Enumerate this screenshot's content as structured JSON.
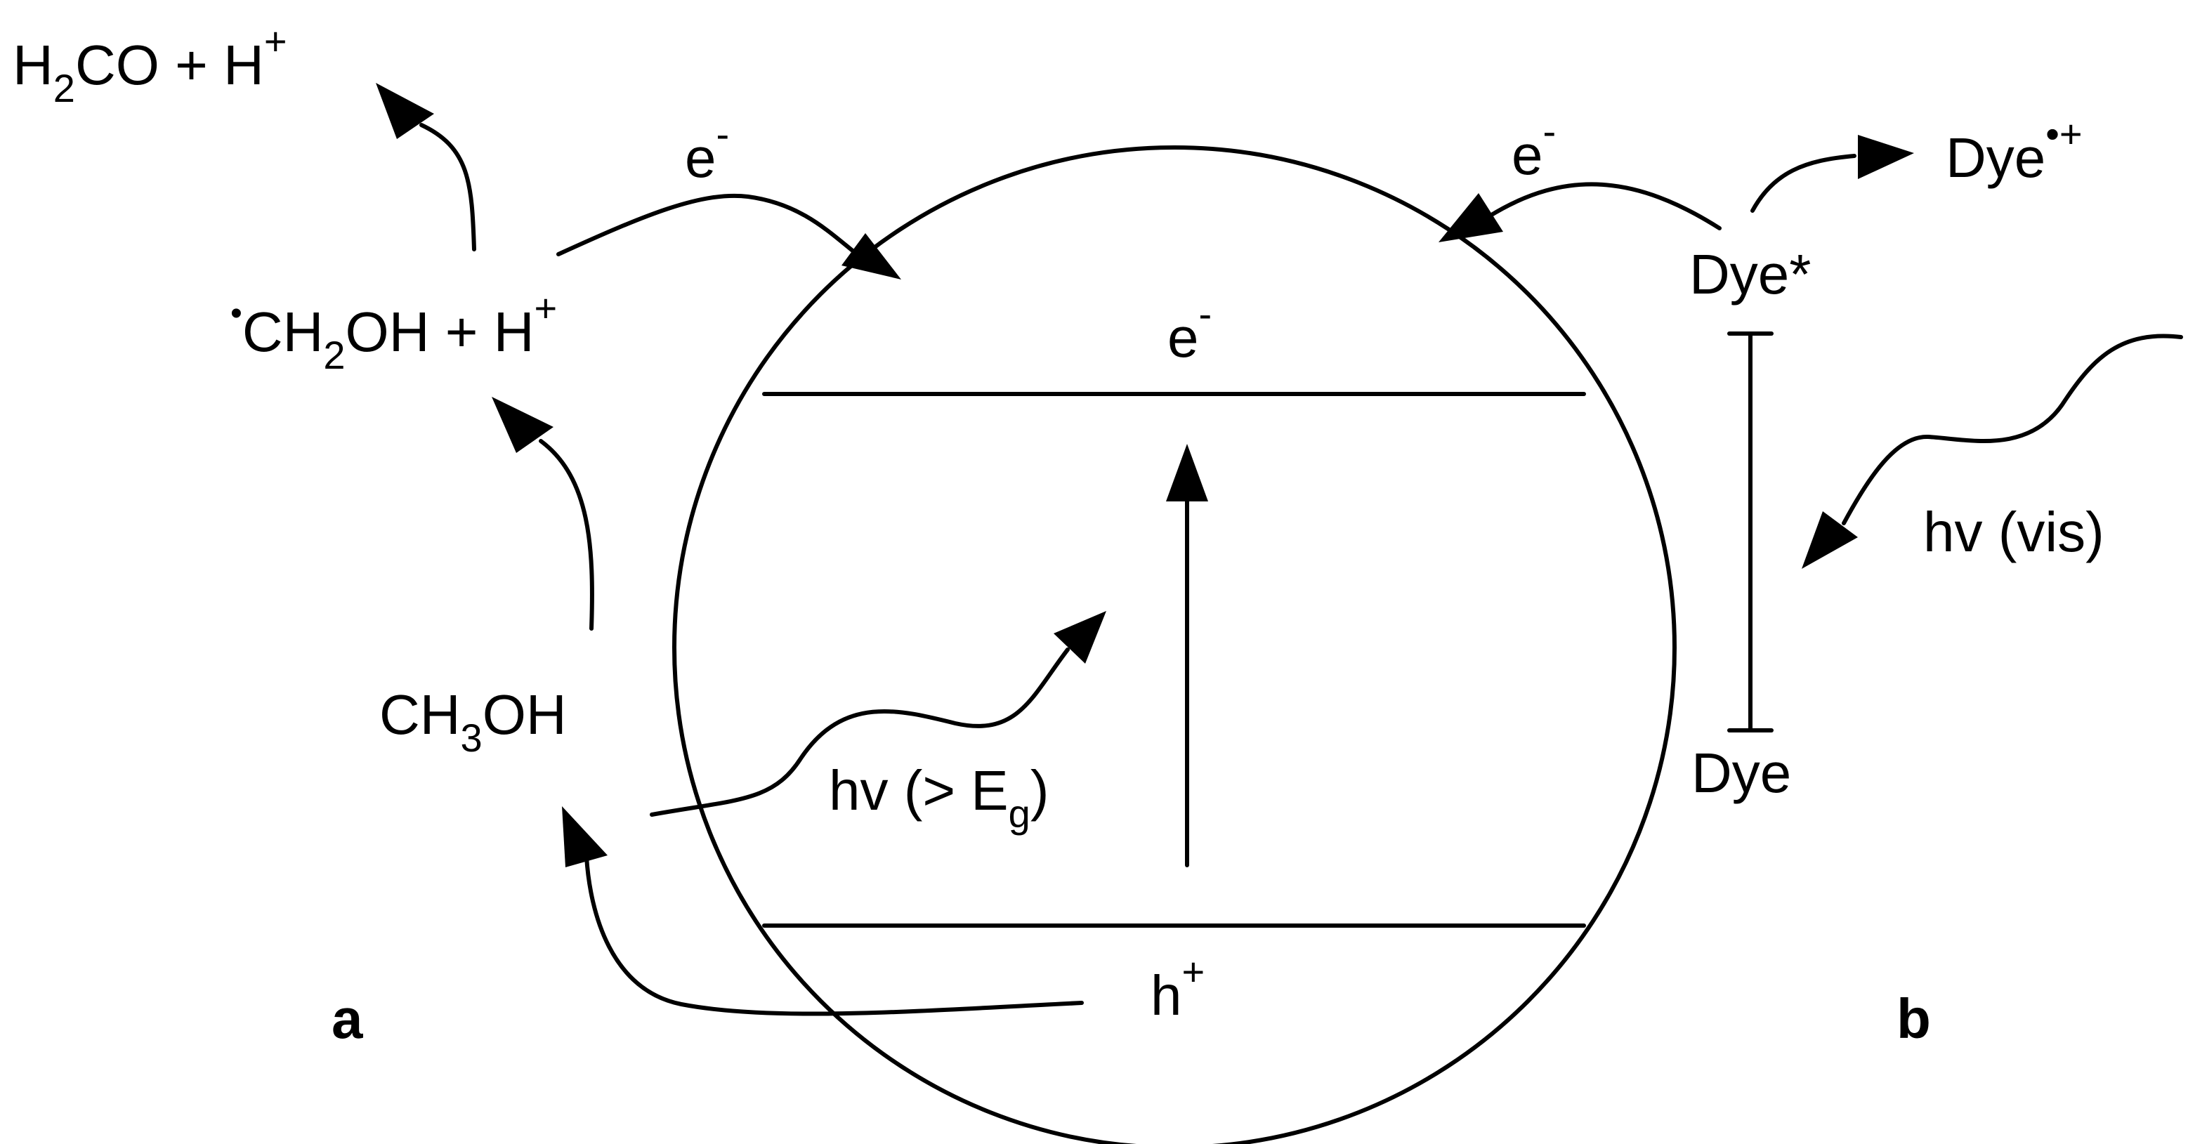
{
  "labels": {
    "formaldehyde": {
      "main": "H",
      "sub": "2",
      "rest": "CO + H",
      "sup": "+"
    },
    "radical": {
      "dot": "•",
      "main": "CH",
      "sub": "2",
      "rest": "OH + H",
      "sup": "+"
    },
    "methanol": {
      "main": "CH",
      "sub": "3",
      "rest": "OH"
    },
    "electron_top_left": {
      "main": "e",
      "sup": "-"
    },
    "electron_top_right": {
      "main": "e",
      "sup": "-"
    },
    "electron_cb": {
      "main": "e",
      "sup": "-"
    },
    "hole_vb": {
      "main": "h",
      "sup": "+"
    },
    "photon_uv": {
      "main": "hv (> E",
      "sub": "g",
      "rest": ")"
    },
    "photon_vis": "hv (vis)",
    "dye_cation": {
      "main": "Dye",
      "sup": "•+"
    },
    "dye_excited": "Dye*",
    "dye_ground": "Dye",
    "panel_a": "a",
    "panel_b": "b"
  }
}
